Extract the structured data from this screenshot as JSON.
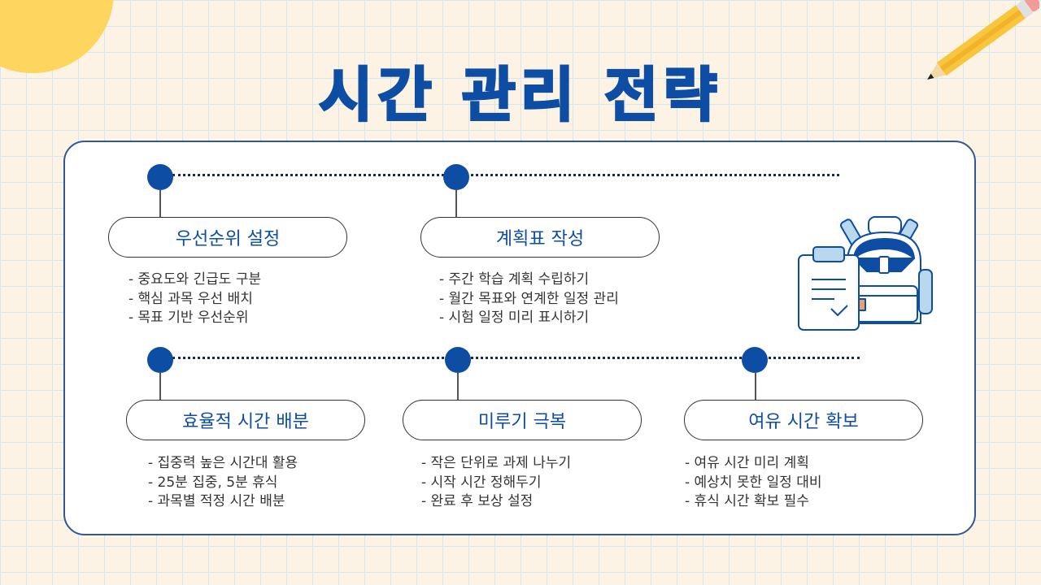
{
  "title": "시간 관리 전략",
  "colors": {
    "accent": "#0e4da4",
    "sun": "#fdd55f",
    "background": "#fdf3e4"
  },
  "icons": [
    "pencil-icon",
    "backpack-clipboard-icon"
  ],
  "strategies": [
    {
      "label": "우선순위 설정",
      "items": [
        "- 중요도와 긴급도 구분",
        "- 핵심 과목 우선 배치",
        "- 목표 기반 우선순위"
      ]
    },
    {
      "label": "계획표 작성",
      "items": [
        "- 주간 학습 계획 수립하기",
        "- 월간 목표와 연계한 일정 관리",
        "- 시험 일정 미리 표시하기"
      ]
    },
    {
      "label": "효율적 시간 배분",
      "items": [
        "- 집중력 높은 시간대 활용",
        "- 25분 집중, 5분 휴식",
        "- 과목별 적정 시간 배분"
      ]
    },
    {
      "label": "미루기 극복",
      "items": [
        "- 작은 단위로 과제 나누기",
        "- 시작 시간 정해두기",
        "- 완료 후 보상 설정"
      ]
    },
    {
      "label": "여유 시간 확보",
      "items": [
        "- 여유 시간 미리 계획",
        "- 예상치 못한 일정 대비",
        "- 휴식 시간 확보 필수"
      ]
    }
  ]
}
